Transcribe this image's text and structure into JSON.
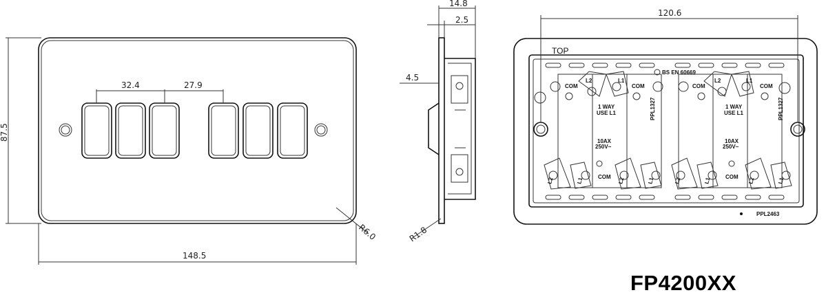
{
  "model": "FP4200XX",
  "front_view": {
    "dim_width": "148.5",
    "dim_height": "87.5",
    "dim_spacing_1": "32.4",
    "dim_spacing_2": "27.9",
    "dim_radius": "R6.0"
  },
  "side_view": {
    "dim_depth": "14.8",
    "dim_plate": "2.5",
    "dim_rocker": "4.5",
    "dim_radius": "R1.8"
  },
  "rear_view": {
    "dim_width": "120.6",
    "top_label": "TOP",
    "standard": "BS EN 60669",
    "part_left": "PPL1327",
    "part_right": "PPL1327",
    "part_bottom": "PPL2463",
    "one_way_1": "1 WAY",
    "use_l1_1": "USE L1",
    "one_way_2": "1 WAY",
    "use_l1_2": "USE L1",
    "rating_1a": "10AX",
    "rating_1b": "250V~",
    "rating_2a": "10AX",
    "rating_2b": "250V~",
    "terminals": {
      "com": "COM",
      "l1": "L1",
      "l2": "L2"
    }
  }
}
